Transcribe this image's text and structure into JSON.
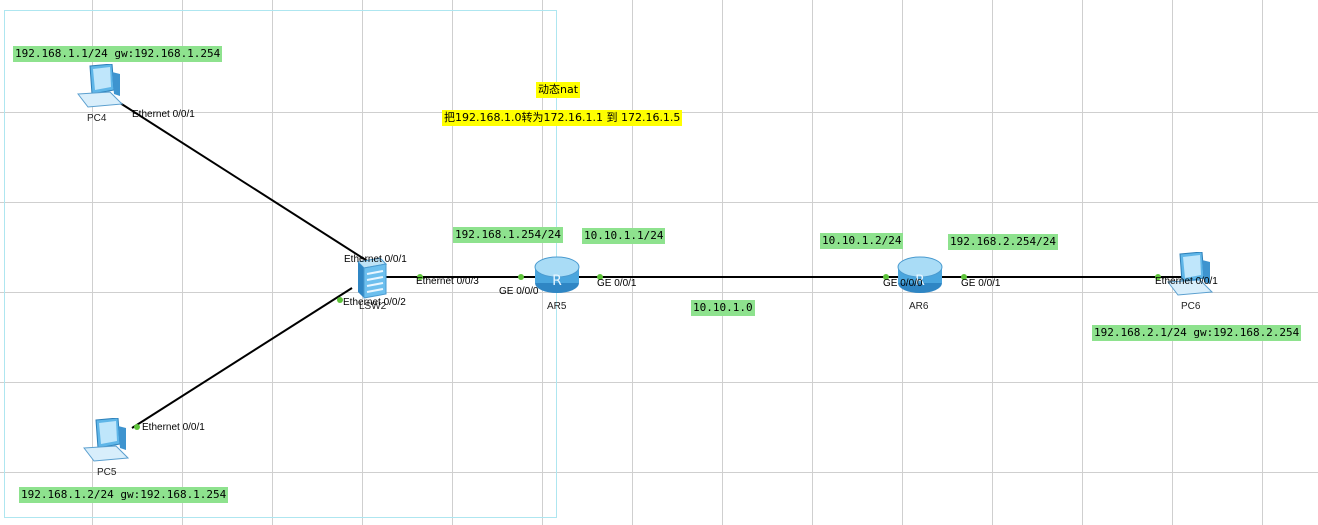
{
  "topology": {
    "colors": {
      "link": "#000000",
      "port_dot": "#5ec43a",
      "label_bg": "#8ee28e",
      "note_bg": "#ffff00",
      "area_border": "#aee6f0"
    },
    "notes": {
      "title": "动态nat",
      "subtitle": "把192.168.1.0转为172.16.1.1 到 172.16.1.5"
    },
    "devices": {
      "pc4": {
        "name": "PC4",
        "icon": "pc-icon",
        "ip_label": "192.168.1.1/24 gw:192.168.1.254",
        "port": "Ethernet 0/0/1"
      },
      "pc5": {
        "name": "PC5",
        "icon": "pc-icon",
        "ip_label": "192.168.1.2/24 gw:192.168.1.254",
        "port": "Ethernet 0/0/1"
      },
      "pc6": {
        "name": "PC6",
        "icon": "pc-icon",
        "ip_label": "192.168.2.1/24 gw:192.168.2.254",
        "port": "Ethernet 0/0/1"
      },
      "lsw2": {
        "name": "LSW2",
        "icon": "switch-icon",
        "port_1": "Ethernet 0/0/1",
        "port_2": "Ethernet 0/0/2",
        "port_3": "Ethernet 0/0/3"
      },
      "ar5": {
        "name": "AR5",
        "icon": "router-icon",
        "port_in": "GE 0/0/0",
        "port_out": "GE 0/0/1",
        "ip_in": "192.168.1.254/24",
        "ip_out": "10.10.1.1/24"
      },
      "ar6": {
        "name": "AR6",
        "icon": "router-icon",
        "port_in": "GE 0/0/0",
        "port_out": "GE 0/0/1",
        "ip_in": "10.10.1.2/24",
        "ip_out": "192.168.2.254/24"
      }
    },
    "network_label": "10.10.1.0"
  }
}
